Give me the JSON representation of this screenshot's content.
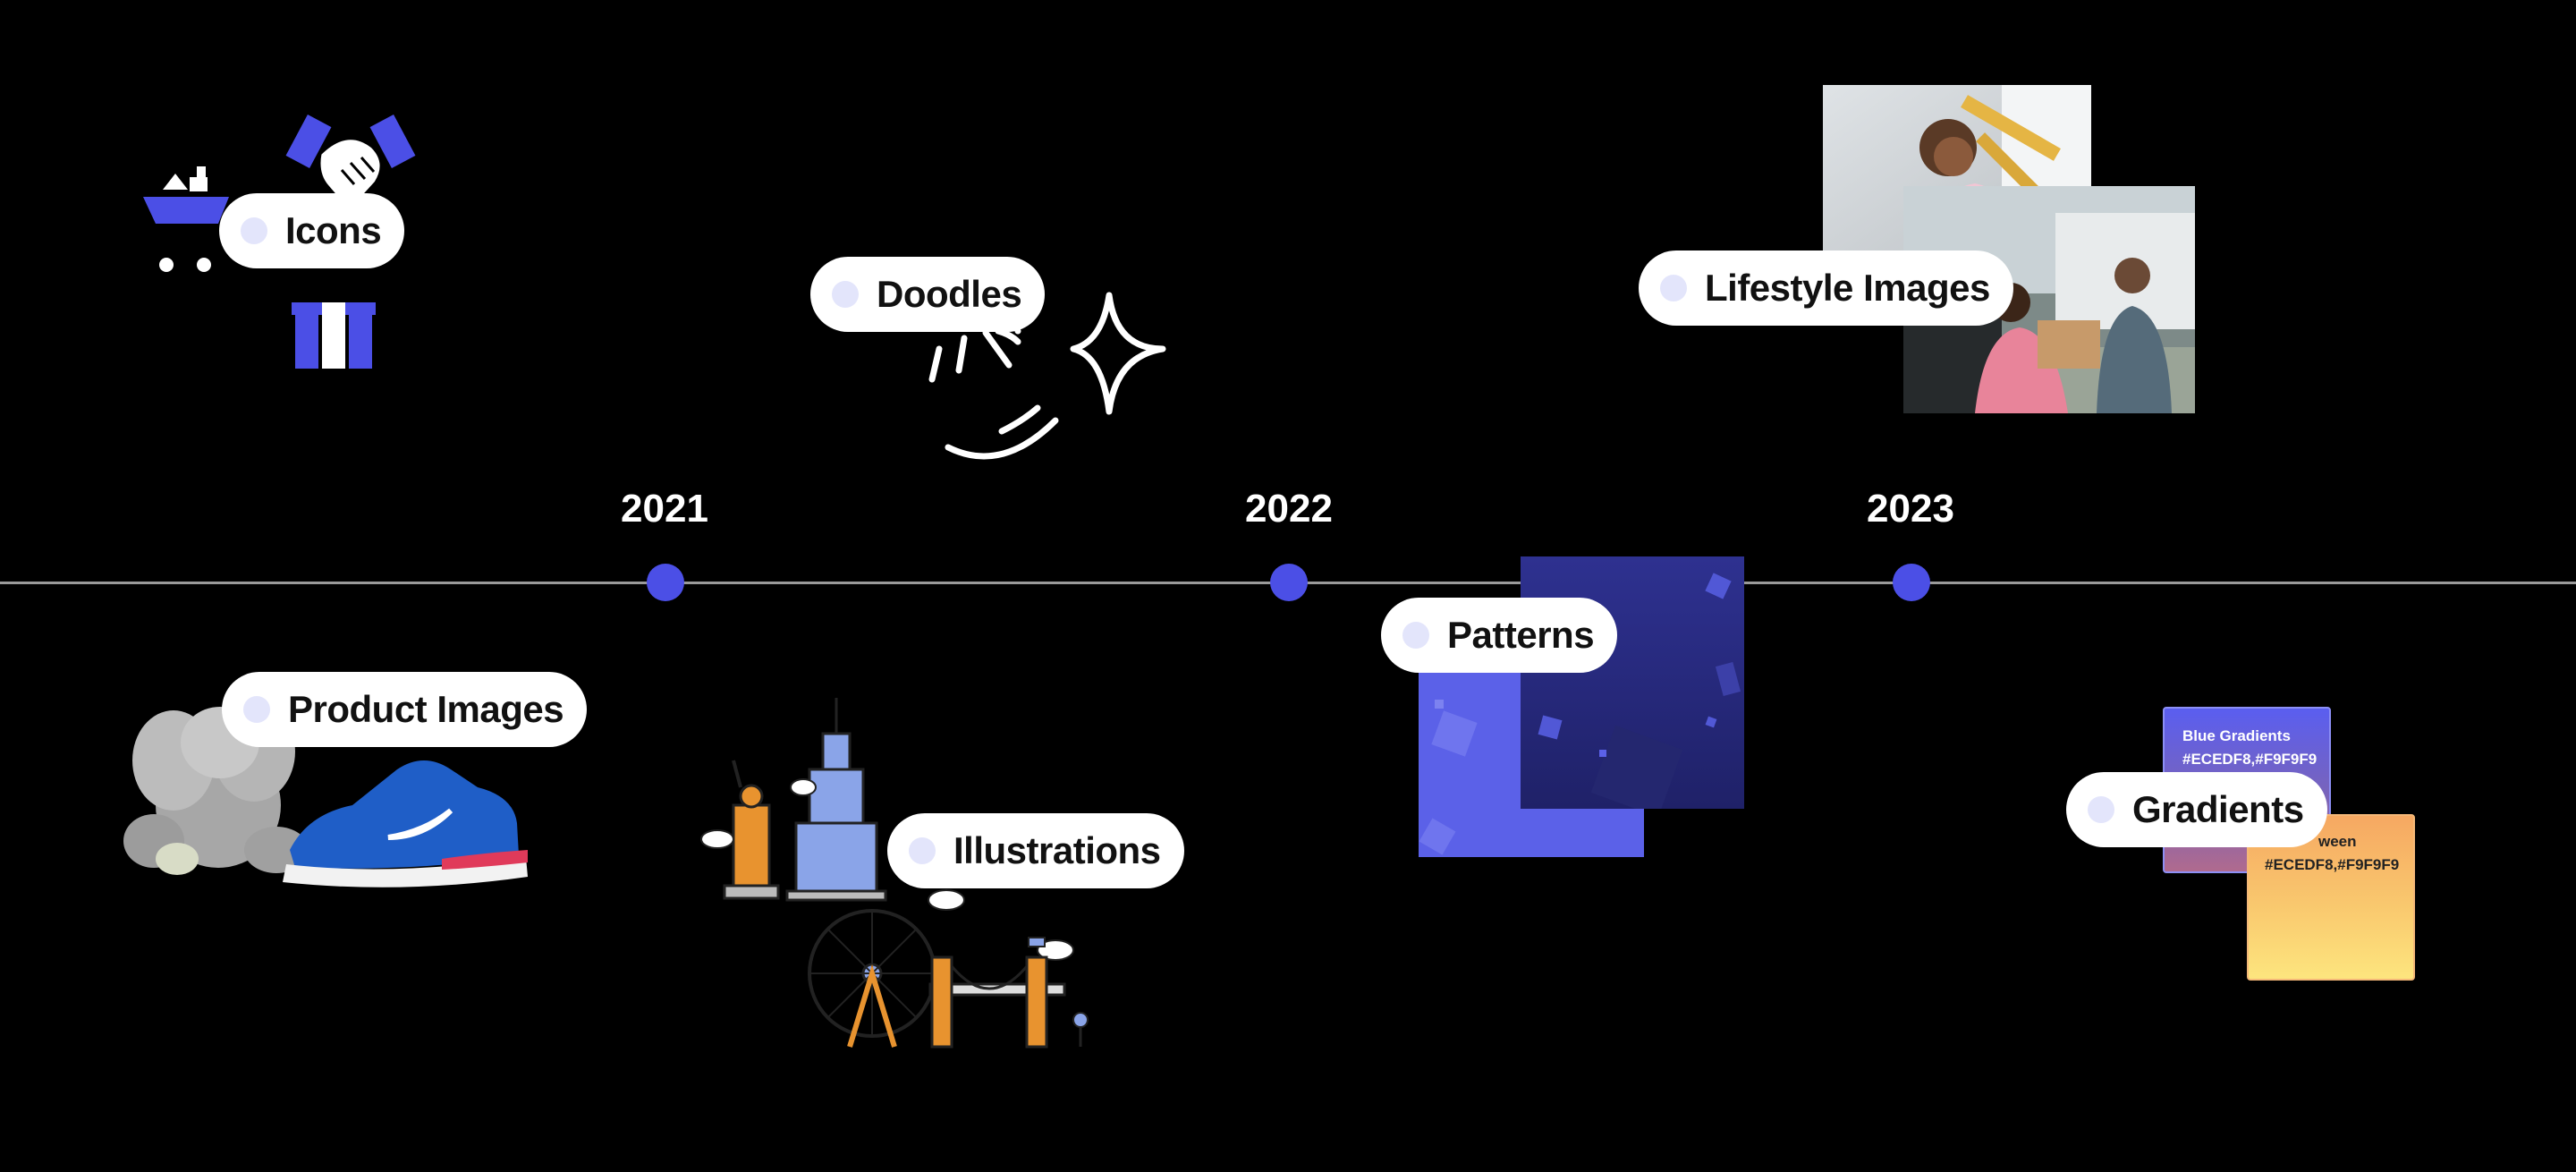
{
  "timeline": {
    "years": [
      "2021",
      "2022",
      "2023"
    ]
  },
  "categories": {
    "icons": "Icons",
    "doodles": "Doodles",
    "lifestyle": "Lifestyle Images",
    "product": "Product Images",
    "illustrations": "Illustrations",
    "patterns": "Patterns",
    "gradients": "Gradients"
  },
  "gradient_cards": {
    "blue_title": "Blue Gradients",
    "blue_colors": "#ECEDF8,#F9F9F9",
    "yellow_title": "ween",
    "yellow_colors": "#ECEDF8,#F9F9F9"
  },
  "colors": {
    "accent": "#4B4FE6",
    "background": "#000000",
    "line": "#9A9A9A",
    "pill": "#FFFFFF"
  }
}
